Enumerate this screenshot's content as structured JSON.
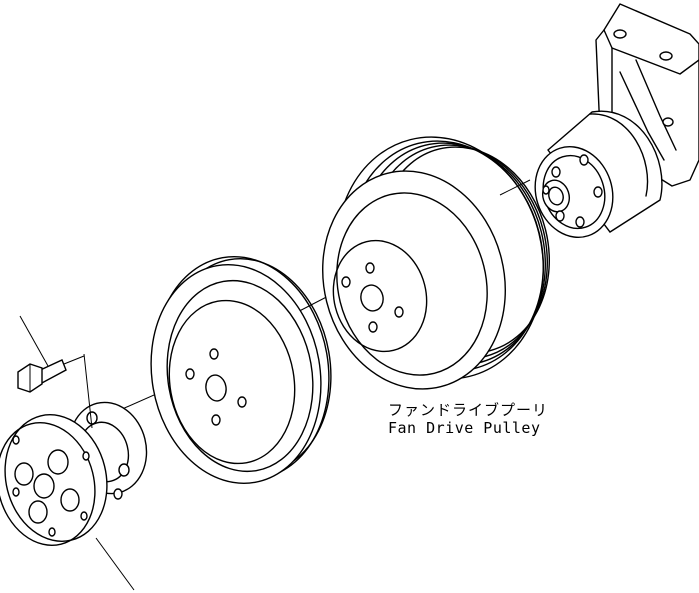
{
  "callout": {
    "label_jp": "ファンドライブプーリ",
    "label_en": "Fan Drive Pulley"
  },
  "parts": {
    "bracket_icon": "fan-drive-bracket-housing",
    "fan_pulley_icon": "fan-drive-pulley",
    "front_pulley_icon": "crankshaft-pulley",
    "spacer_icon": "spacer-hub",
    "bolt_icon": "flange-bolt"
  }
}
